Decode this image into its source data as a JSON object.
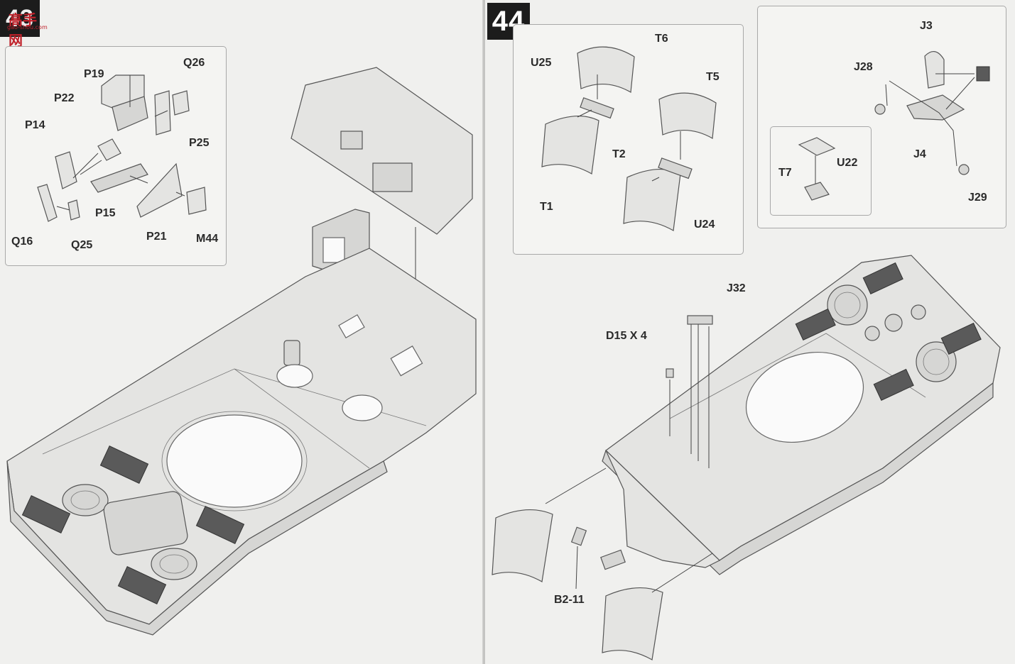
{
  "logo": {
    "text": "高手网",
    "url_text": "gao-shou.com"
  },
  "left_page": {
    "step_fragment": "43",
    "detail_labels": [
      "P19",
      "Q26",
      "P22",
      "P14",
      "P25",
      "P15",
      "P21",
      "M44",
      "Q16",
      "Q25"
    ]
  },
  "right_page": {
    "step_number": "44",
    "box1_labels": [
      "T6",
      "U25",
      "T5",
      "T2",
      "T1",
      "U24"
    ],
    "box2_labels": [
      "J3",
      "J28",
      "J4",
      "J29"
    ],
    "box3_labels": [
      "T7",
      "U22"
    ],
    "main_labels": [
      "J32",
      "D15 X 4",
      "B2-11"
    ]
  }
}
